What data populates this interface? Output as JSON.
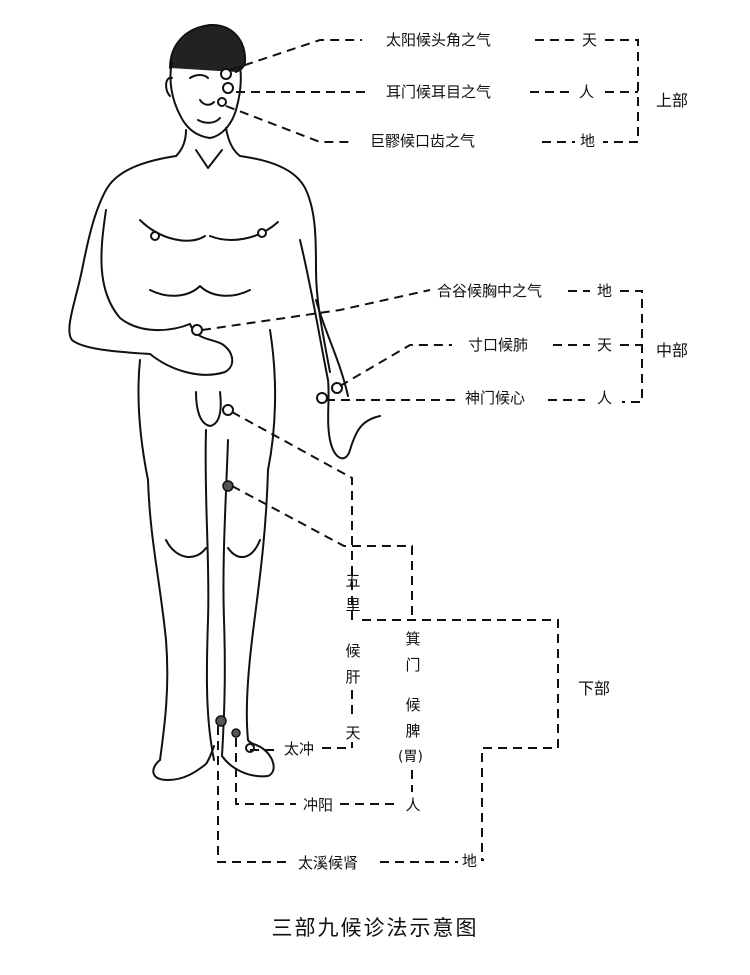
{
  "caption": "三部九候诊法示意图",
  "regions": {
    "upper": "上部",
    "middle": "中部",
    "lower": "下部"
  },
  "upper": [
    {
      "label": "太阳候头角之气",
      "level": "天"
    },
    {
      "label": "耳门候耳目之气",
      "level": "人"
    },
    {
      "label": "巨髎候口齿之气",
      "level": "地"
    }
  ],
  "middle": [
    {
      "label": "合谷候胸中之气",
      "level": "地"
    },
    {
      "label": "寸口候肺",
      "level": "天"
    },
    {
      "label": "神门候心",
      "level": "人"
    }
  ],
  "lower": {
    "wuli": {
      "chars": [
        "五",
        "里"
      ],
      "mid": [
        "候",
        "肝"
      ],
      "level": "天"
    },
    "jimen": {
      "chars": [
        "箕",
        "门"
      ],
      "mid": [
        "候",
        "脾"
      ],
      "note": "(胃)",
      "level": "人"
    },
    "taichong": "太冲",
    "chongyang": "冲阳",
    "taixi": {
      "label": "太溪候肾",
      "level": "地"
    }
  }
}
